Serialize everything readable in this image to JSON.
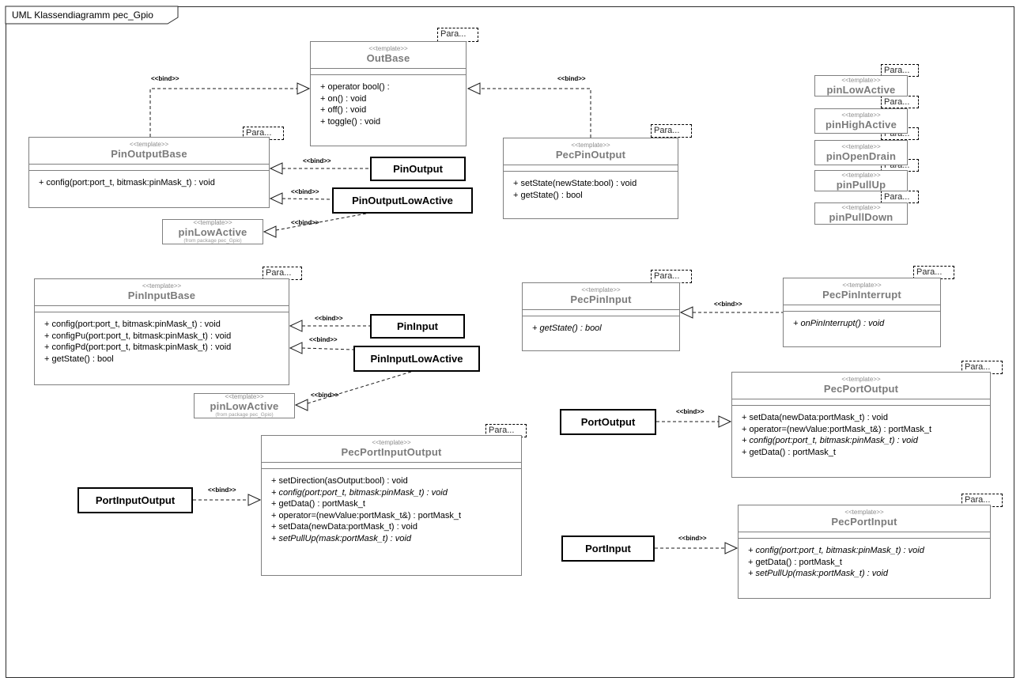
{
  "diagram": {
    "title": "UML Klassendiagramm pec_Gpio"
  },
  "labels": {
    "stereotype": "<<template>>",
    "bind": "<<bind>>",
    "param": "Para...",
    "from_package": "(from package pec_Gpio)"
  },
  "classes": {
    "outBase": {
      "name": "OutBase",
      "methods": [
        {
          "text": "+ operator bool() :",
          "italic": false
        },
        {
          "text": "+ on() : void",
          "italic": false
        },
        {
          "text": "+ off() : void",
          "italic": false
        },
        {
          "text": "+ toggle() : void",
          "italic": false
        }
      ]
    },
    "pinOutputBase": {
      "name": "PinOutputBase",
      "methods": [
        {
          "text": "+ config(port:port_t, bitmask:pinMask_t) : void",
          "italic": false
        }
      ]
    },
    "pecPinOutput": {
      "name": "PecPinOutput",
      "methods": [
        {
          "text": "+ setState(newState:bool) : void",
          "italic": false
        },
        {
          "text": "+ getState() : bool",
          "italic": false
        }
      ]
    },
    "pinOutput": {
      "name": "PinOutput"
    },
    "pinOutputLowActive": {
      "name": "PinOutputLowActive"
    },
    "pinLowActiveOut": {
      "name": "pinLowActive"
    },
    "pinLowActive": {
      "name": "pinLowActive"
    },
    "pinHighActive": {
      "name": "pinHighActive"
    },
    "pinOpenDrain": {
      "name": "pinOpenDrain"
    },
    "pinPullUp": {
      "name": "pinPullUp"
    },
    "pinPullDown": {
      "name": "pinPullDown"
    },
    "pinInputBase": {
      "name": "PinInputBase",
      "methods": [
        {
          "text": "+ config(port:port_t, bitmask:pinMask_t) : void",
          "italic": false
        },
        {
          "text": "+ configPu(port:port_t, bitmask:pinMask_t) : void",
          "italic": false
        },
        {
          "text": "+ configPd(port:port_t, bitmask:pinMask_t) : void",
          "italic": false
        },
        {
          "text": "+ getState() : bool",
          "italic": false
        }
      ]
    },
    "pinInput": {
      "name": "PinInput"
    },
    "pinInputLowActive": {
      "name": "PinInputLowActive"
    },
    "pinLowActiveIn": {
      "name": "pinLowActive"
    },
    "pecPinInput": {
      "name": "PecPinInput",
      "methods": [
        {
          "text": "+ getState() : bool",
          "italic": true
        }
      ]
    },
    "pecPinInterrupt": {
      "name": "PecPinInterrupt",
      "methods": [
        {
          "text": "+ onPinInterrupt() : void",
          "italic": true
        }
      ]
    },
    "pecPortOutput": {
      "name": "PecPortOutput",
      "methods": [
        {
          "text": "+ setData(newData:portMask_t) : void",
          "italic": false
        },
        {
          "text": "+ operator=(newValue:portMask_t&) : portMask_t",
          "italic": false
        },
        {
          "text": "+ config(port:port_t, bitmask:pinMask_t) : void",
          "italic": true
        },
        {
          "text": "+ getData() : portMask_t",
          "italic": false
        }
      ]
    },
    "portOutput": {
      "name": "PortOutput"
    },
    "pecPortInputOutput": {
      "name": "PecPortInputOutput",
      "methods": [
        {
          "text": "+ setDirection(asOutput:bool) : void",
          "italic": false
        },
        {
          "text": "+ config(port:port_t, bitmask:pinMask_t) : void",
          "italic": true
        },
        {
          "text": "+ getData() : portMask_t",
          "italic": false
        },
        {
          "text": "+ operator=(newValue:portMask_t&) : portMask_t",
          "italic": false
        },
        {
          "text": "+ setData(newData:portMask_t) : void",
          "italic": false
        },
        {
          "text": "+ setPullUp(mask:portMask_t) : void",
          "italic": true
        }
      ]
    },
    "portInputOutput": {
      "name": "PortInputOutput"
    },
    "pecPortInput": {
      "name": "PecPortInput",
      "methods": [
        {
          "text": "+ config(port:port_t, bitmask:pinMask_t) : void",
          "italic": true
        },
        {
          "text": "+ getData() : portMask_t",
          "italic": false
        },
        {
          "text": "+ setPullUp(mask:portMask_t) : void",
          "italic": true
        }
      ]
    },
    "portInput": {
      "name": "PortInput"
    }
  }
}
